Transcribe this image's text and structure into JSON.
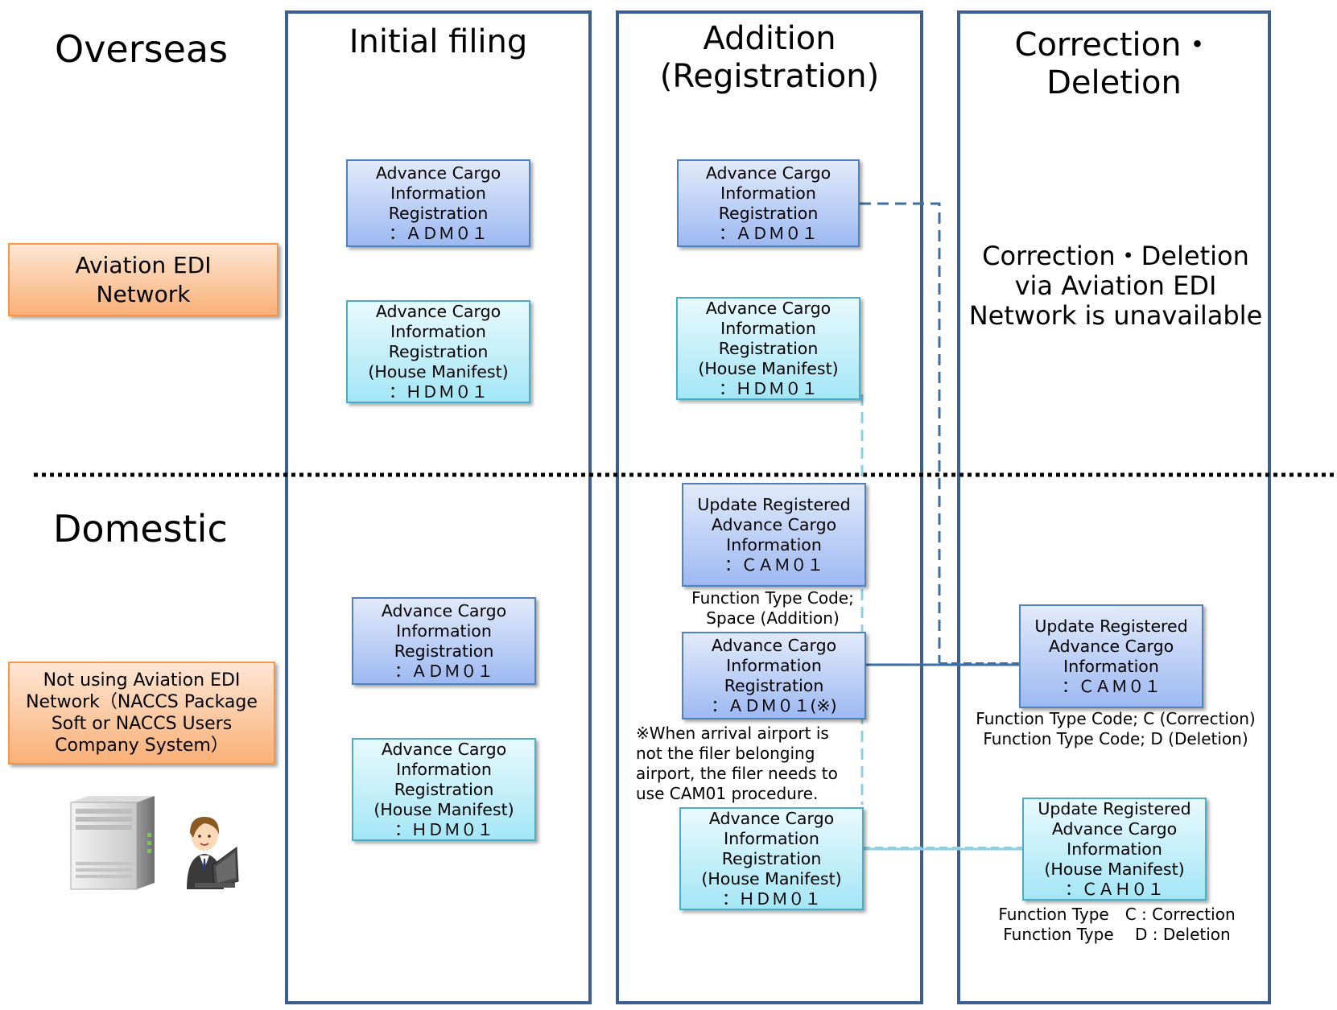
{
  "regions": {
    "overseas": "Overseas",
    "domestic": "Domestic"
  },
  "columns": {
    "initial": "Initial filing",
    "addition": "Addition\n(Registration)",
    "correction": "Correction・\nDeletion"
  },
  "systems": {
    "aviation_edi": [
      "Aviation EDI",
      "Network"
    ],
    "not_using": [
      "Not using Aviation EDI",
      "Network（NACCS Package",
      "Soft or NACCS Users",
      "Company System）"
    ]
  },
  "boxes": {
    "ov_init_adm": [
      "Advance Cargo",
      "Information",
      "Registration",
      "：ＡＤＭ０１"
    ],
    "ov_init_hdm": [
      "Advance Cargo",
      "Information",
      "Registration",
      "(House Manifest)",
      "：ＨＤＭ０１"
    ],
    "ov_add_adm": [
      "Advance Cargo",
      "Information",
      "Registration",
      "：ＡＤＭ０１"
    ],
    "ov_add_hdm": [
      "Advance Cargo",
      "Information",
      "Registration",
      "(House Manifest)",
      "：ＨＤＭ０１"
    ],
    "dom_init_adm": [
      "Advance Cargo",
      "Information",
      "Registration",
      "：ＡＤＭ０１"
    ],
    "dom_init_hdm": [
      "Advance Cargo",
      "Information",
      "Registration",
      "(House Manifest)",
      "：ＨＤＭ０１"
    ],
    "dom_add_cam": [
      "Update Registered",
      "Advance Cargo",
      "Information",
      "：ＣＡＭ０１"
    ],
    "dom_add_adm": [
      "Advance Cargo",
      "Information",
      "Registration",
      "：ＡＤＭ０１(※)"
    ],
    "dom_add_hdm": [
      "Advance Cargo",
      "Information",
      "Registration",
      "(House Manifest)",
      "：ＨＤＭ０１"
    ],
    "dom_corr_cam": [
      "Update Registered",
      "Advance Cargo",
      "Information",
      "：ＣＡＭ０１"
    ],
    "dom_corr_cah": [
      "Update Registered",
      "Advance Cargo",
      "Information",
      "(House Manifest)",
      "：ＣＡＨ０１"
    ]
  },
  "notes": {
    "cam_function": [
      "Function Type Code;",
      "Space (Addition)"
    ],
    "adm_footnote": [
      "※When arrival airport is",
      "not the filer belonging",
      "airport, the filer needs to",
      "use CAM01 procedure."
    ],
    "corr_cam_function": [
      "Function Type Code; C (Correction)",
      "Function Type Code; D (Deletion)"
    ],
    "corr_cah_function": [
      "Function Type　C : Correction",
      "Function Type　 D : Deletion"
    ],
    "unavailable": [
      "Correction・Deletion",
      "via Aviation EDI",
      "Network is unavailable"
    ]
  },
  "colors": {
    "column_border": "#3b5f93",
    "blue_box": "#9db9f2",
    "cyan_box": "#a4e6f6",
    "orange_box": "#f9b078",
    "connector_dark": "#3b6ea5",
    "connector_light": "#8fcfe0"
  },
  "icons": [
    "server-icon",
    "person-laptop-icon"
  ]
}
